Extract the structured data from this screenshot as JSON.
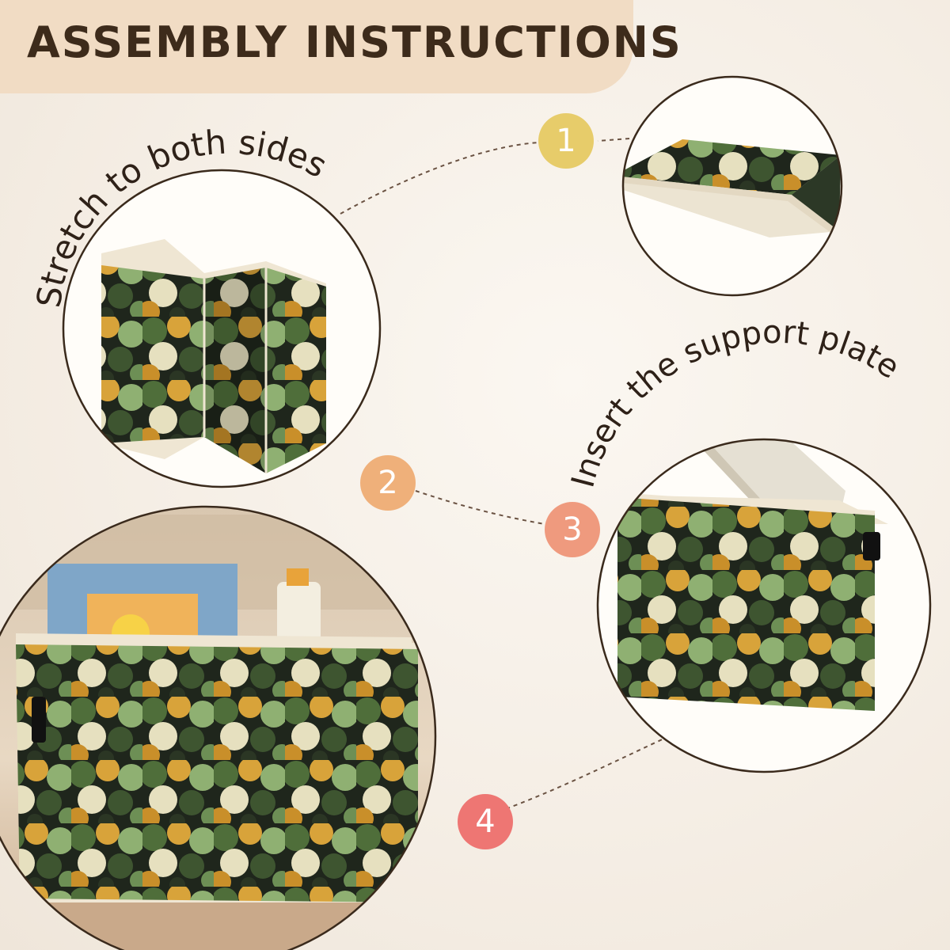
{
  "header": {
    "title": "ASSEMBLY INSTRUCTIONS"
  },
  "steps": [
    {
      "number": "1",
      "color": "#e7cc6a"
    },
    {
      "number": "2",
      "color": "#efb07a",
      "caption": "Stretch to both sides"
    },
    {
      "number": "3",
      "color": "#ef9a7e",
      "caption": "Insert the support plate"
    },
    {
      "number": "4",
      "color": "#ee7673"
    }
  ],
  "colors": {
    "title_text": "#3d2b1b",
    "title_tab": "#f1dcc4",
    "circle_border": "#3a2a1c",
    "dashed_line": "#6a5242"
  }
}
